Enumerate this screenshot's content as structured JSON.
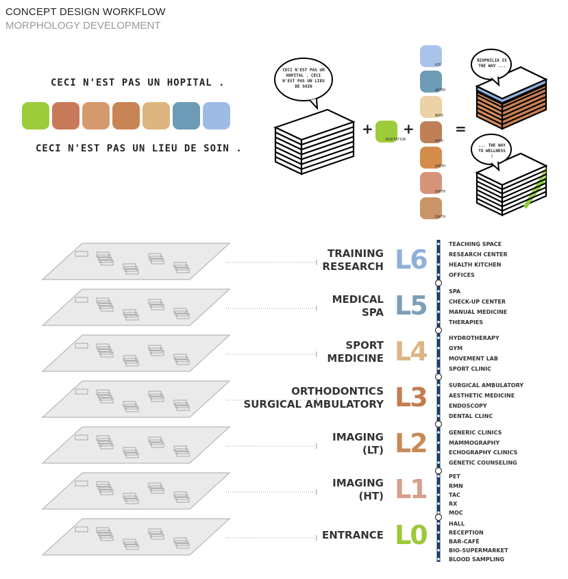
{
  "header": {
    "title": "CONCEPT DESIGN WORKFLOW",
    "subtitle": "MORPHOLOGY DEVELOPMENT"
  },
  "slogans": [
    "CECI N'EST PAS UN HOPITAL .",
    "CECI N'EST PAS UN LIEU DE SOIN ."
  ],
  "material_strip": [
    {
      "name": "vegetation",
      "color": "#9ccc3a"
    },
    {
      "name": "earth",
      "color": "#c97a5a"
    },
    {
      "name": "earth",
      "color": "#d49a6e"
    },
    {
      "name": "wood",
      "color": "#c98456"
    },
    {
      "name": "wood",
      "color": "#ddb57e"
    },
    {
      "name": "water",
      "color": "#6d9ab5"
    },
    {
      "name": "air",
      "color": "#9dbbe3"
    }
  ],
  "equation": {
    "bubble_left": "CECI N'EST PAS UN HOPITAL . CECI N'EST PAS UN LIEU DE SOIN",
    "vegetation_label": "VEGETATION",
    "plus": "+",
    "equals": "=",
    "materials": [
      {
        "label": "AIR",
        "color": "#a8c4e8"
      },
      {
        "label": "WATER",
        "color": "#6e9cb6"
      },
      {
        "label": "WOOD",
        "color": "#ecd2a4"
      },
      {
        "label": "WOOD",
        "color": "#c07f56"
      },
      {
        "label": "EARTH",
        "color": "#d48c4c"
      },
      {
        "label": "EARTH",
        "color": "#d7937a"
      },
      {
        "label": "EARTH",
        "color": "#c99467"
      }
    ],
    "bubble_top": "BIOPHILIA IS THE WAY ...",
    "bubble_bottom": "... THE WAY TO WELLNESS !"
  },
  "levels": [
    {
      "code": "L6",
      "name": [
        "TRAINING",
        "RESEARCH"
      ],
      "color": "#8fb0d8",
      "items": [
        "TEACHING SPACE",
        "RESEARCH CENTER",
        "HEALTH KITCHEN",
        "OFFICES"
      ]
    },
    {
      "code": "L5",
      "name": [
        "MEDICAL",
        "SPA"
      ],
      "color": "#7d9fb8",
      "items": [
        "SPA",
        "CHECK-UP CENTER",
        "MANUAL MEDICINE",
        "THERAPIES"
      ]
    },
    {
      "code": "L4",
      "name": [
        "SPORT",
        "MEDICINE"
      ],
      "color": "#dcb684",
      "items": [
        "HYDROTHERAPY",
        "GYM",
        "MOVEMENT LAB",
        "SPORT CLINIC"
      ]
    },
    {
      "code": "L3",
      "name": [
        "ORTHODONTICS",
        "SURGICAL AMBULATORY"
      ],
      "color": "#c27d50",
      "items": [
        "SURGICAL AMBULATORY",
        "AESTHETIC MEDICINE",
        "ENDOSCOPY",
        "DENTAL CLINC"
      ]
    },
    {
      "code": "L2",
      "name": [
        "IMAGING",
        "(LT)"
      ],
      "color": "#c98a55",
      "items": [
        "GENERIC CLINICS",
        "MAMMOGRAPHY",
        "ECHOGRAPHY CLINICS",
        "GENETIC COUNSELING"
      ]
    },
    {
      "code": "L1",
      "name": [
        "IMAGING",
        "(HT)"
      ],
      "color": "#d6a08c",
      "items": [
        "PET",
        "RMN",
        "TAC",
        "RX",
        "MOC"
      ]
    },
    {
      "code": "L0",
      "name": [
        "ENTRANCE"
      ],
      "color": "#9cc83a",
      "items": [
        "HALL",
        "RECEPTION",
        "BAR-CAFÈ",
        "BIO-SUPERMARKET",
        "BLOOD SAMPLING"
      ]
    }
  ],
  "colors": {
    "timeline": "#1d3a63"
  }
}
